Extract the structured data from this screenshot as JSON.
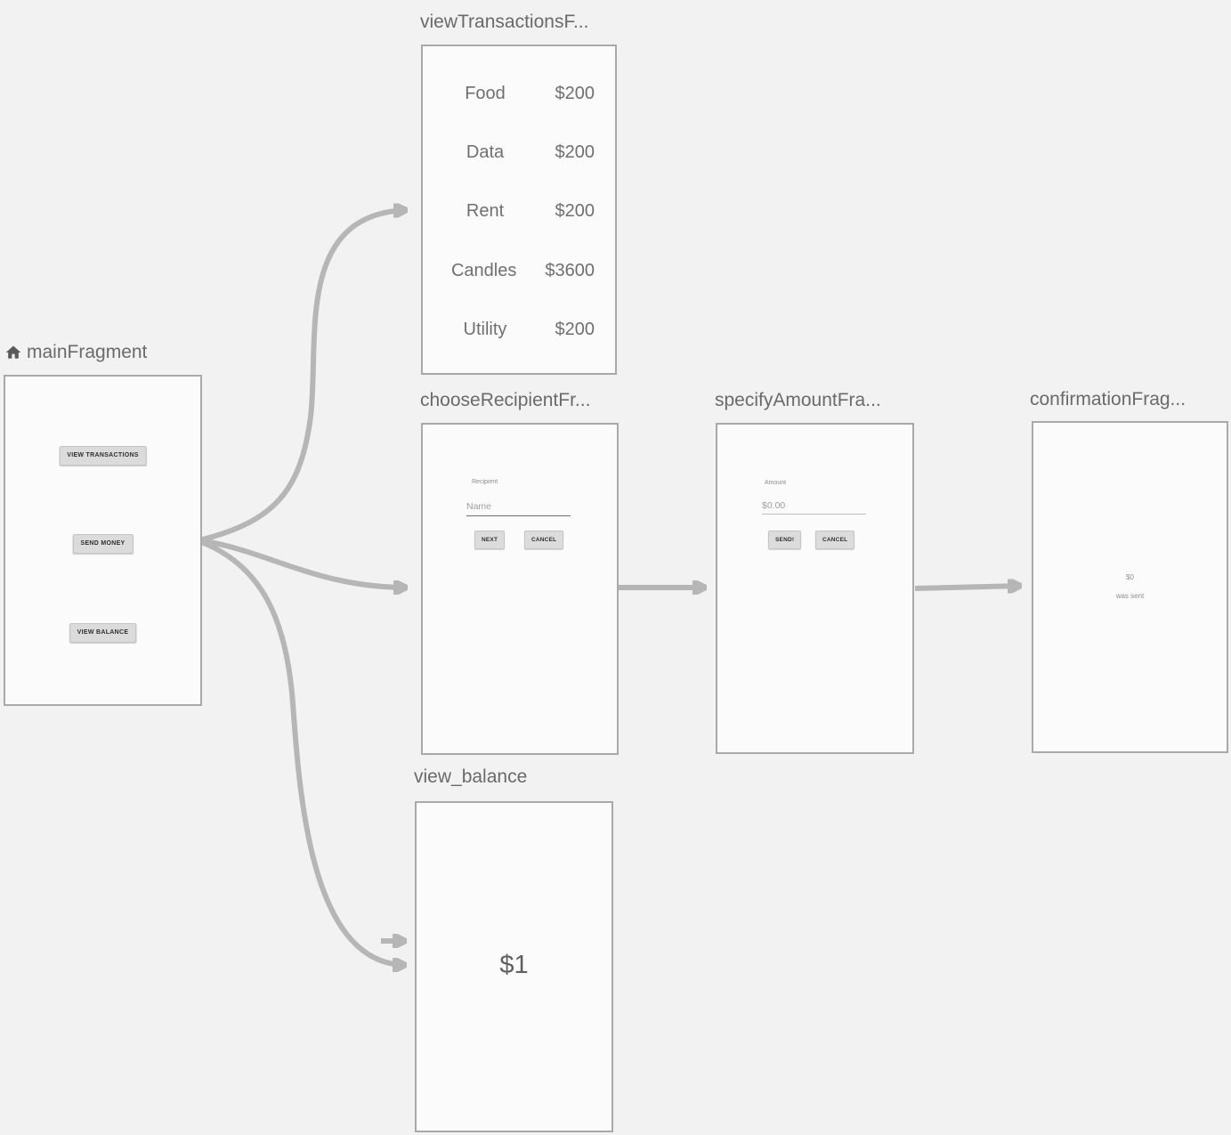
{
  "colors": {
    "background": "#f2f2f2",
    "card_background": "#fbfbfb",
    "card_border": "#a9a9a9",
    "title_text": "#6a6a6a",
    "arrow": "#b6b6b6",
    "button_background": "#dbdbdb",
    "button_text": "#2e2e2e",
    "preview_text": "#6f6f6f",
    "hint_text": "#9e9e9e"
  },
  "fragments": {
    "main": {
      "title": "mainFragment",
      "icon": "home-icon",
      "buttons": [
        "VIEW TRANSACTIONS",
        "SEND MONEY",
        "VIEW BALANCE"
      ]
    },
    "view_transactions": {
      "title": "viewTransactionsF...",
      "rows": [
        {
          "label": "Food",
          "amount": "$200"
        },
        {
          "label": "Data",
          "amount": "$200"
        },
        {
          "label": "Rent",
          "amount": "$200"
        },
        {
          "label": "Candles",
          "amount": "$3600"
        },
        {
          "label": "Utility",
          "amount": "$200"
        }
      ]
    },
    "choose_recipient": {
      "title": "chooseRecipientFr...",
      "field_label": "Recipient",
      "input_placeholder": "Name",
      "buttons": [
        "NEXT",
        "CANCEL"
      ]
    },
    "specify_amount": {
      "title": "specifyAmountFra...",
      "field_label": "Amount",
      "input_placeholder": "$0.00",
      "buttons": [
        "SEND!",
        "CANCEL"
      ]
    },
    "confirmation": {
      "title": "confirmationFrag...",
      "amount": "$0",
      "message": "was sent"
    },
    "view_balance": {
      "title": "view_balance",
      "balance": "$1"
    }
  },
  "connections": [
    {
      "from": "mainFragment",
      "to": "viewTransactionsF..."
    },
    {
      "from": "mainFragment",
      "to": "chooseRecipientFr..."
    },
    {
      "from": "mainFragment",
      "to": "view_balance"
    },
    {
      "from": "chooseRecipientFr...",
      "to": "specifyAmountFra..."
    },
    {
      "from": "specifyAmountFra...",
      "to": "confirmationFrag..."
    },
    {
      "to": "view_balance"
    }
  ]
}
